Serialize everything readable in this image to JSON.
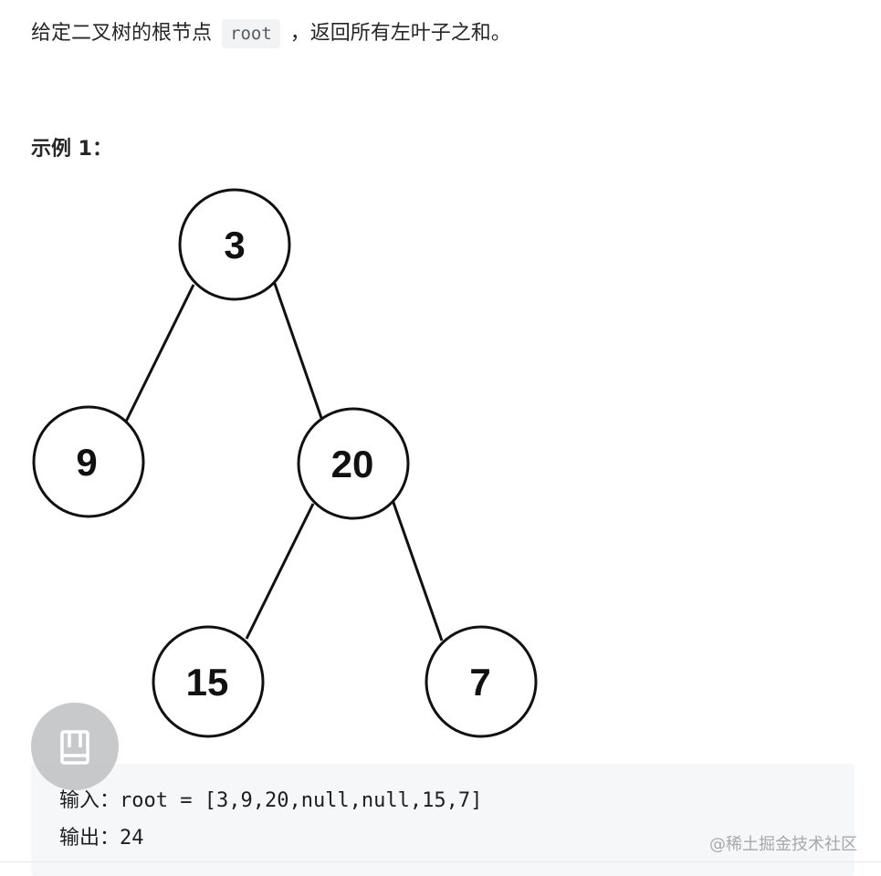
{
  "problem": {
    "text_before": "给定二叉树的根节点",
    "code": "root",
    "text_after": "，返回所有左叶子之和。"
  },
  "example": {
    "title": "示例 1："
  },
  "tree": {
    "nodes": {
      "root": "3",
      "left": "9",
      "right": "20",
      "right_left": "15",
      "right_right": "7"
    }
  },
  "io": {
    "input_label": "输入：",
    "input_value": "root = [3,9,20,null,null,15,7]",
    "output_label": "输出：",
    "output_value": "24"
  },
  "watermark": "@稀土掘金技术社区",
  "icons": {
    "floating": "book-icon"
  }
}
